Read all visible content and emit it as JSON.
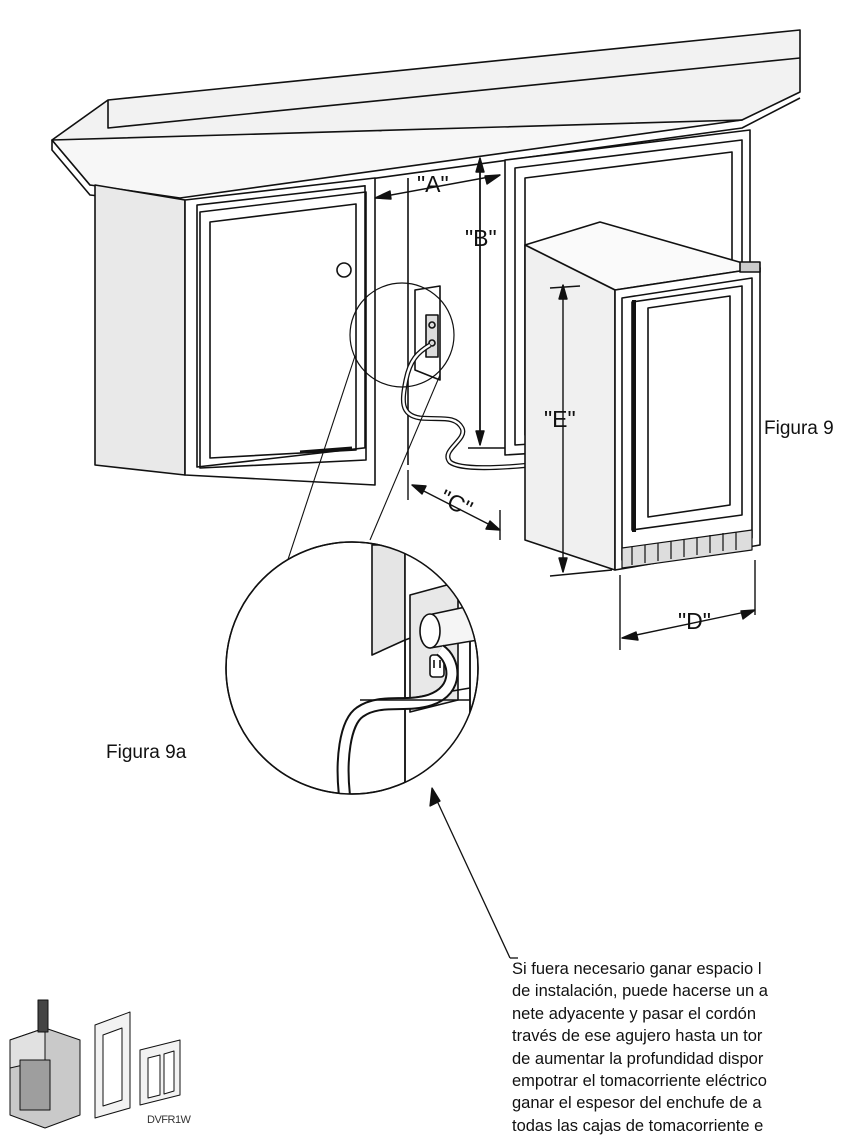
{
  "labels": {
    "dim_a": "\"A\"",
    "dim_b": "\"B\"",
    "dim_c": "\"C\"",
    "dim_d": "\"D\"",
    "dim_e": "\"E\""
  },
  "figures": {
    "main": "Figura 9",
    "detail": "Figura 9a"
  },
  "note_lines": [
    "Si fuera necesario ganar espacio l",
    "de instalación, puede hacerse un a",
    "nete adyacente y pasar el cordón",
    "través de ese agujero hasta un tor",
    "de aumentar la profundidad dispor",
    "empotrar el tomacorriente eléctrico",
    "ganar el espesor del enchufe de a",
    "todas las cajas de tomacorriente e"
  ],
  "product": {
    "caption": "DVFR1W"
  },
  "colors": {
    "line": "#111111",
    "cabinet_side": "#e9e9e9",
    "counter_top": "#f2f2f2",
    "grille": "#222222",
    "product_body": "#bdbdbd"
  }
}
